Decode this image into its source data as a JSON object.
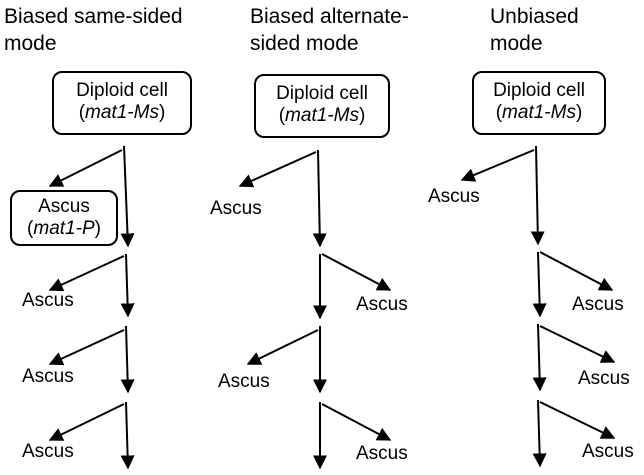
{
  "columns": [
    {
      "title_line1": "Biased same-sided",
      "title_line2": "mode",
      "start_box": {
        "line1": "Diploid cell",
        "paren_open": "(",
        "italic": "mat1-Ms",
        "paren_close": ")"
      },
      "side_box": {
        "line1": "Ascus",
        "paren_open": "(",
        "italic": "mat1-P",
        "paren_close": ")"
      },
      "ascus_labels": [
        "Ascus",
        "Ascus",
        "Ascus"
      ]
    },
    {
      "title_line1": "Biased alternate-",
      "title_line2": "sided mode",
      "start_box": {
        "line1": "Diploid cell",
        "paren_open": "(",
        "italic": "mat1-Ms",
        "paren_close": ")"
      },
      "ascus_labels": [
        "Ascus",
        "Ascus",
        "Ascus",
        "Ascus"
      ]
    },
    {
      "title_line1": "Unbiased",
      "title_line2": "mode",
      "start_box": {
        "line1": "Diploid cell",
        "paren_open": "(",
        "italic": "mat1-Ms",
        "paren_close": ")"
      },
      "ascus_labels": [
        "Ascus",
        "Ascus",
        "Ascus",
        "Ascus"
      ]
    }
  ],
  "colors": {
    "ink": "#000000",
    "background": "#ffffff"
  }
}
